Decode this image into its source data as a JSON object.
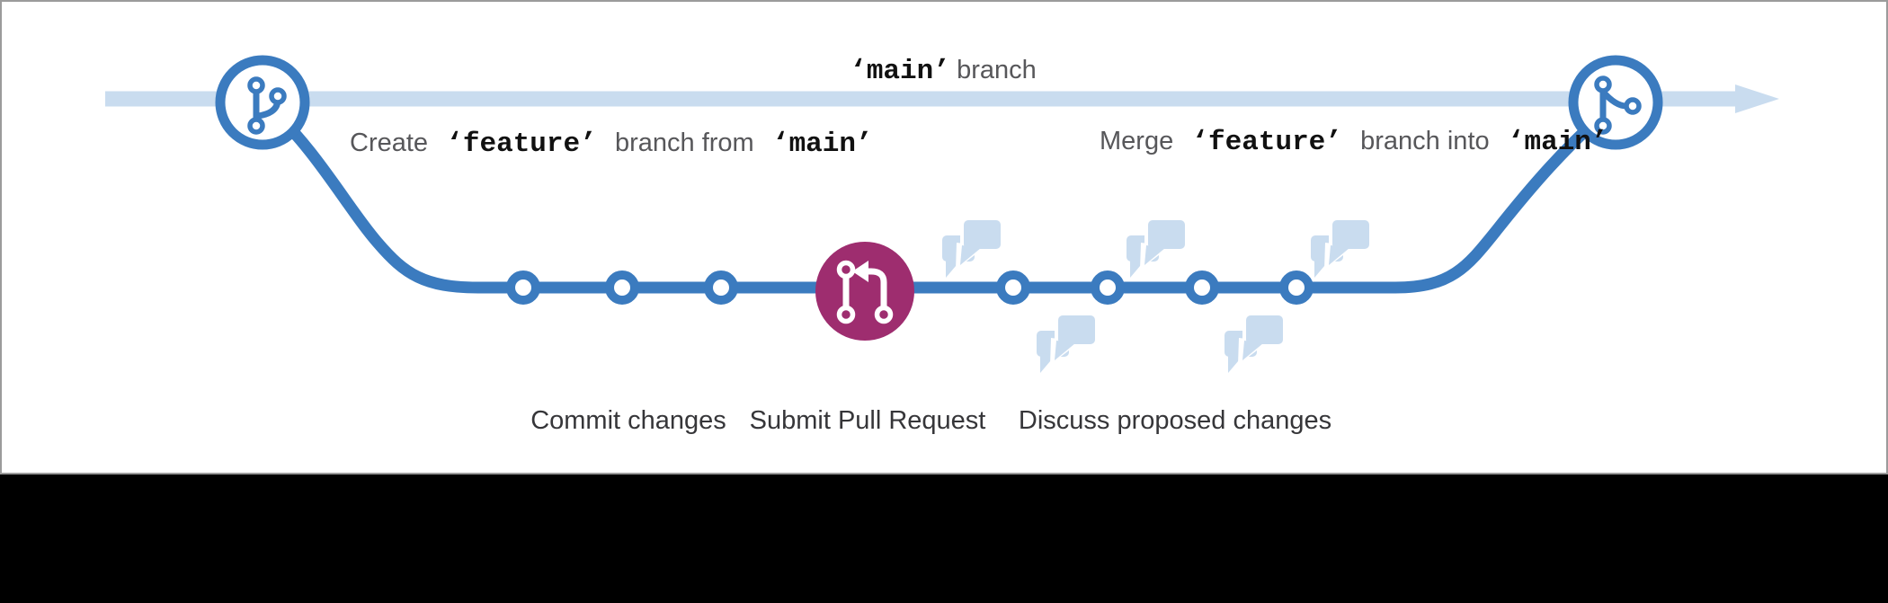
{
  "page": {
    "background": "#000000",
    "panel_background": "#ffffff"
  },
  "colors": {
    "branch_blue": "#3b7bbf",
    "main_line_blue": "#c9dcef",
    "pull_request_purple": "#9e2d6f",
    "label_gray": "#57575a",
    "code_black": "#111111",
    "step_label_gray": "#363639",
    "panel_border_gray": "#9b9b9b"
  },
  "main_branch": {
    "code": "‘main’",
    "label": "branch"
  },
  "annotations": {
    "create": {
      "text_before": "Create",
      "code_feature": "‘feature’",
      "text_middle": "branch from",
      "code_main": "‘main’"
    },
    "merge": {
      "text_before": "Merge",
      "code_feature": "‘feature’",
      "text_middle": "branch into",
      "code_main": "‘main’"
    }
  },
  "steps": [
    {
      "label": "Commit changes"
    },
    {
      "label": "Submit Pull Request"
    },
    {
      "label": "Discuss proposed changes"
    }
  ],
  "timeline": {
    "commits_before_pull_request": 3,
    "commits_after_pull_request": 4,
    "discussion_bubbles_above_line": 3,
    "discussion_bubbles_below_line": 2
  },
  "icons": {
    "left_terminal": "git-branch-icon",
    "right_terminal": "git-merge-icon",
    "pull_request": "git-pull-request-icon",
    "discussion": "comment-discussion-icon",
    "arrow": "main-branch-arrowhead-icon"
  }
}
